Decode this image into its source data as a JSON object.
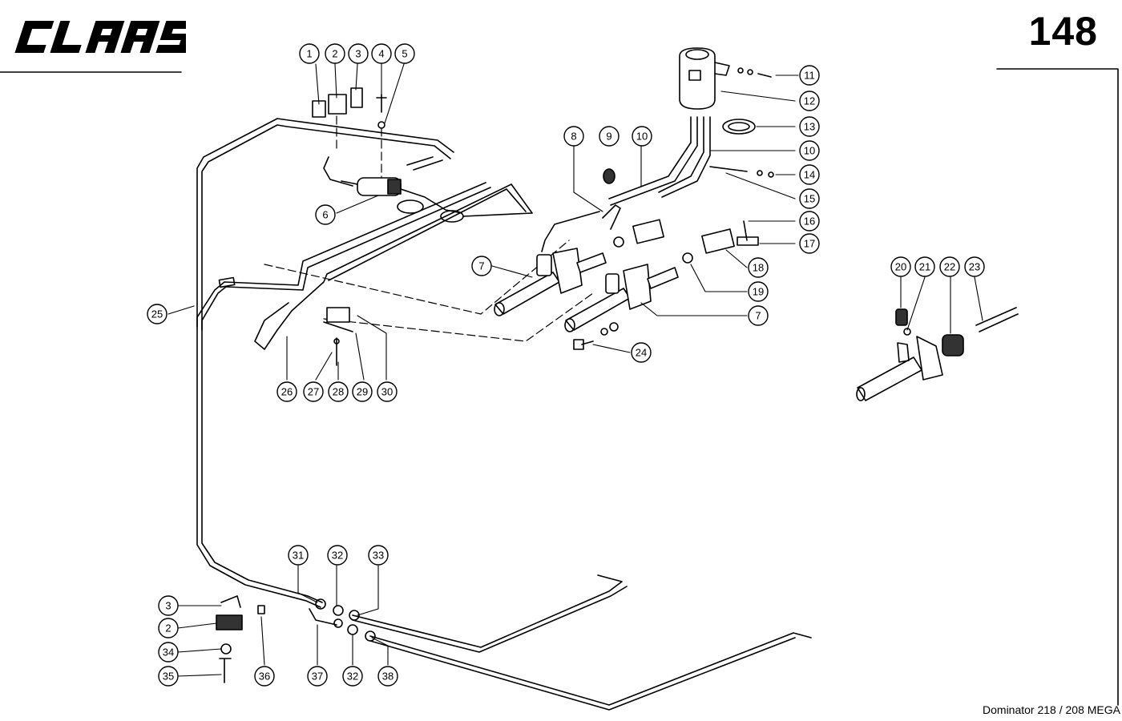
{
  "header": {
    "brand": "CLAAS",
    "page_number": "148"
  },
  "footer": {
    "model": "Dominator 218 / 208 MEGA"
  },
  "callouts": {
    "c1": "1",
    "c2": "2",
    "c3": "3",
    "c4": "4",
    "c5": "5",
    "c6": "6",
    "c7a": "7",
    "c7b": "7",
    "c8": "8",
    "c9": "9",
    "c10a": "10",
    "c10b": "10",
    "c11": "11",
    "c12": "12",
    "c13": "13",
    "c14": "14",
    "c15": "15",
    "c16": "16",
    "c17": "17",
    "c18": "18",
    "c19": "19",
    "c20": "20",
    "c21": "21",
    "c22": "22",
    "c23": "23",
    "c24": "24",
    "c25": "25",
    "c26": "26",
    "c27": "27",
    "c28": "28",
    "c29": "29",
    "c30": "30",
    "c31": "31",
    "c32a": "32",
    "c32b": "32",
    "c33": "33",
    "c3b": "3",
    "c2b": "2",
    "c34": "34",
    "c35": "35",
    "c36": "36",
    "c37": "37",
    "c38": "38"
  }
}
